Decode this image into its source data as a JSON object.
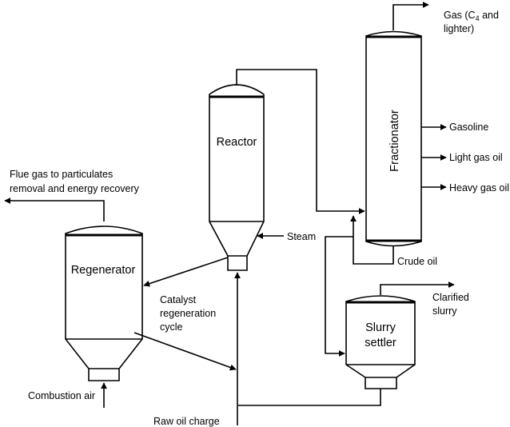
{
  "vessels": {
    "reactor": "Reactor",
    "regenerator": "Regenerator",
    "fractionator": "Fractionator",
    "slurry_settler": [
      "Slurry",
      "settler"
    ]
  },
  "streams": {
    "gas": [
      "Gas (C",
      "4",
      " and",
      "lighter)"
    ],
    "gasoline": "Gasoline",
    "light_gas_oil": "Light gas oil",
    "heavy_gas_oil": "Heavy gas oil",
    "flue_gas": [
      "Flue gas to particulates",
      "removal and energy recovery"
    ],
    "steam": "Steam",
    "crude_oil": "Crude oil",
    "clarified_slurry": [
      "Clarified",
      "slurry"
    ],
    "catalyst_cycle": [
      "Catalyst",
      "regeneration",
      "cycle"
    ],
    "combustion_air": "Combustion air",
    "raw_oil_charge": "Raw oil charge"
  },
  "colors": {
    "line": "#000000",
    "background": "#ffffff"
  }
}
